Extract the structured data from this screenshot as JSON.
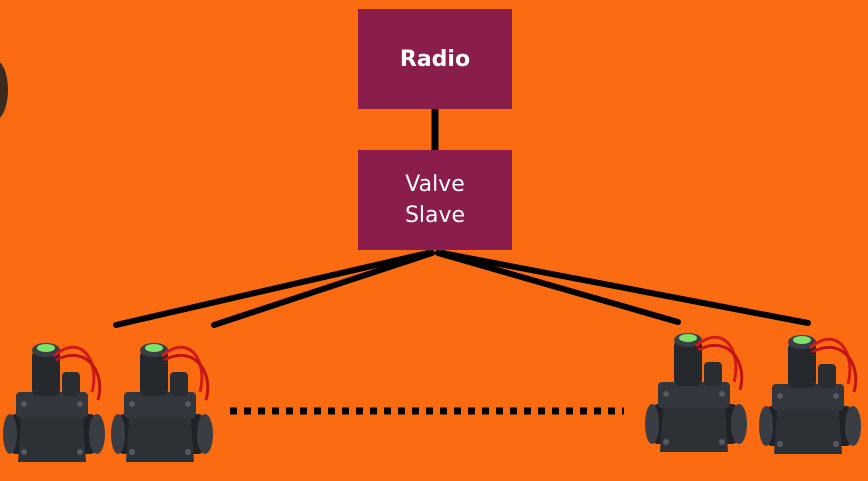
{
  "nodes": {
    "radio": {
      "label": "Radio"
    },
    "valve_slave": {
      "line1": "Valve",
      "line2": "Slave"
    }
  },
  "valves": {
    "count_visible": 4,
    "ellipsis": true
  },
  "colors": {
    "background": "#fb6b12",
    "box_fill": "#8a1d4b",
    "box_text": "#ffffff",
    "connector": "#000000",
    "valve_body": "#2d3035",
    "valve_cap": "#7fe06a",
    "wire": "#d31a1a"
  },
  "icons": [
    "solenoid-valve-icon"
  ]
}
